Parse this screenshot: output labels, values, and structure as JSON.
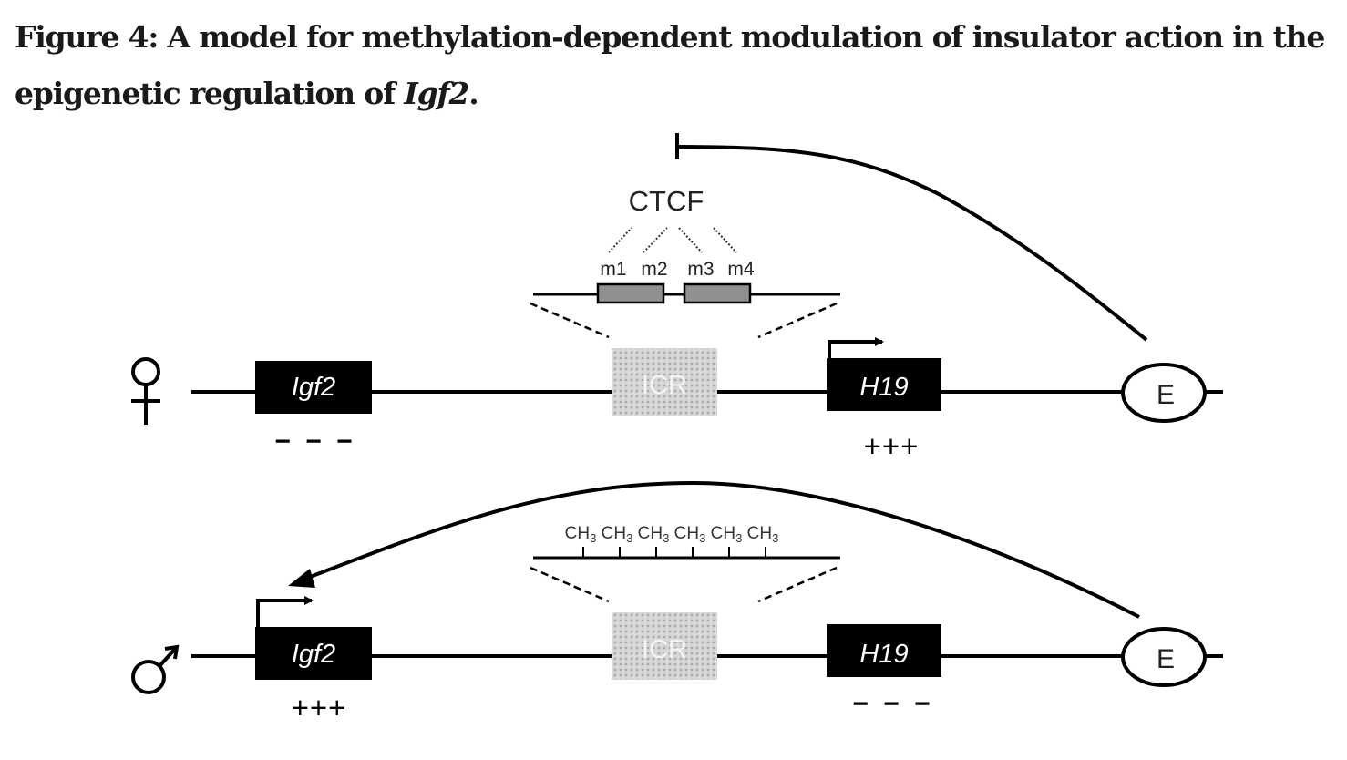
{
  "figure": {
    "title_prefix": "Figure 4: A model for methylation-dependent modulation of insulator action in the epigenetic regulation of ",
    "title_gene": "Igf2",
    "title_suffix": "."
  },
  "diagram": {
    "ctcf_label": "CTCF",
    "ctcf_sites": [
      "m1",
      "m2",
      "m3",
      "m4"
    ],
    "methyl_groups": [
      "CH3",
      "CH3",
      "CH3",
      "CH3",
      "CH3",
      "CH3"
    ],
    "maternal": {
      "symbol": "♀",
      "igf2": {
        "label": "Igf2",
        "expression": "− − −",
        "active": false
      },
      "icr": {
        "label": "ICR",
        "methylated": false
      },
      "h19": {
        "label": "H19",
        "expression": "+++",
        "active": true
      },
      "enhancer": {
        "label": "E",
        "target": "blocked-by-insulator"
      }
    },
    "paternal": {
      "symbol": "♂",
      "igf2": {
        "label": "Igf2",
        "expression": "+++",
        "active": true
      },
      "icr": {
        "label": "ICR",
        "methylated": true
      },
      "h19": {
        "label": "H19",
        "expression": "− − −",
        "active": false
      },
      "enhancer": {
        "label": "E",
        "target": "Igf2"
      }
    }
  },
  "colors": {
    "ink": "#000000",
    "site_box": "#909090",
    "icr_fill": "#c8c8c8",
    "title_text": "#1a1a1a"
  }
}
